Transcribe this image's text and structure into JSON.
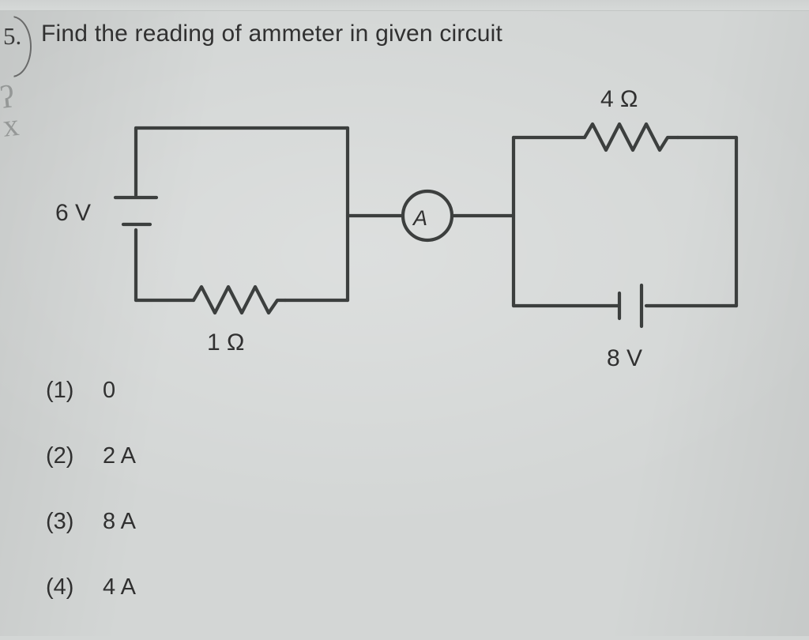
{
  "page": {
    "question_number": "5.",
    "question_text": "Find the reading of ammeter in given circuit",
    "margin_scribble": "ʔ\nx"
  },
  "circuit": {
    "left_loop": {
      "battery_label": "6 V",
      "resistor_label": "1 Ω"
    },
    "right_loop": {
      "resistor_label": "4 Ω",
      "battery_label": "8 V"
    },
    "meter": {
      "label": "A",
      "name": "ammeter"
    }
  },
  "options": [
    {
      "label": "(1)",
      "text": "0"
    },
    {
      "label": "(2)",
      "text": "2 A"
    },
    {
      "label": "(3)",
      "text": "8 A"
    },
    {
      "label": "(4)",
      "text": "4 A"
    }
  ],
  "colors": {
    "paper": "#d3d6d5",
    "ink": "#2b2b2b",
    "wire": "#3c3f3e"
  }
}
